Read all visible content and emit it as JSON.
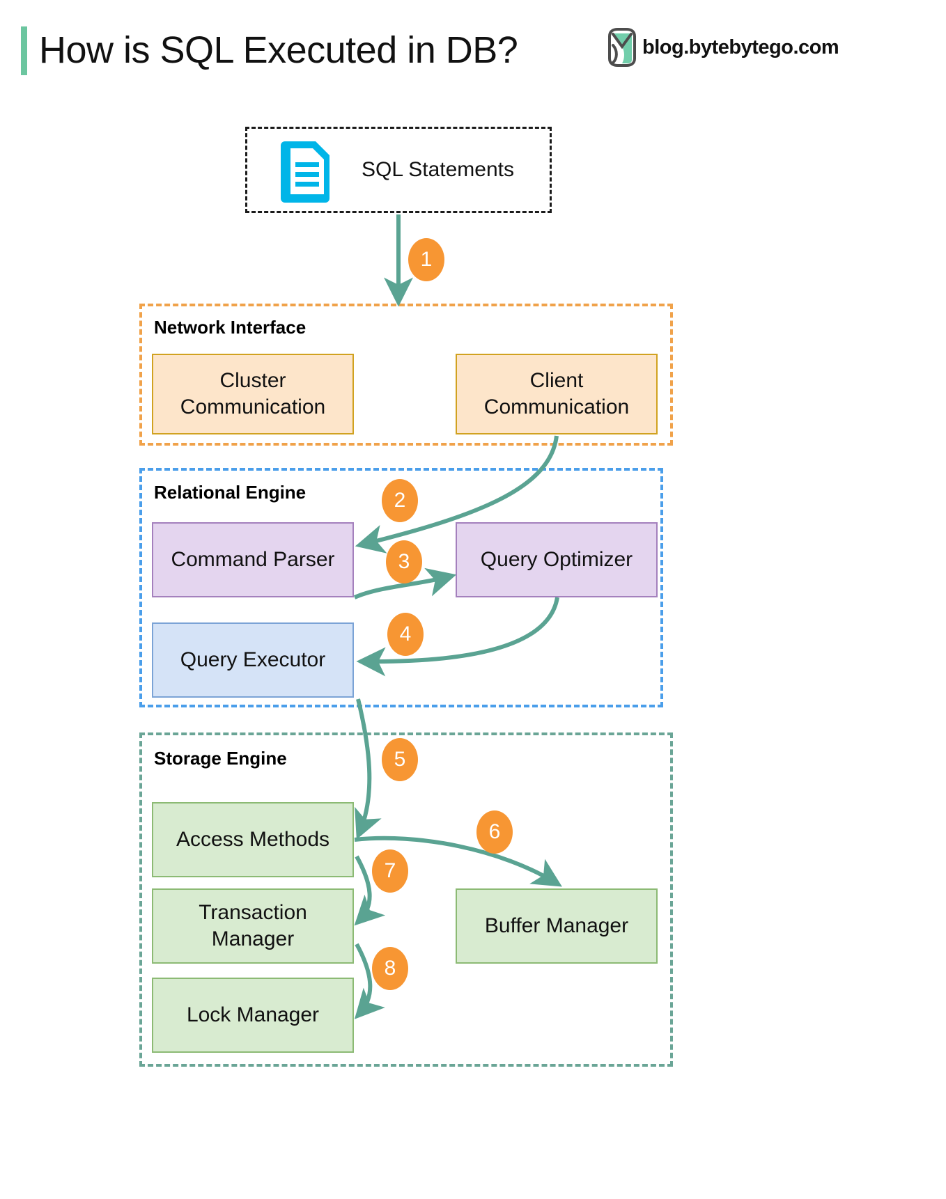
{
  "header": {
    "title": "How is SQL Executed in DB?",
    "brand_text": "blog.bytebytego.com",
    "accent_bar_color": "#6cc6a0",
    "logo_icon": "bytebytego-logo-icon"
  },
  "source": {
    "label": "SQL Statements",
    "icon": "document-icon",
    "icon_color": "#00b5e8"
  },
  "sections": [
    {
      "id": "network",
      "title": "Network Interface",
      "border_color": "#f0a24a",
      "nodes": [
        {
          "id": "cluster-communication",
          "label": "Cluster\nCommunication"
        },
        {
          "id": "client-communication",
          "label": "Client\nCommunication"
        }
      ]
    },
    {
      "id": "relational",
      "title": "Relational Engine",
      "border_color": "#4a9eea",
      "nodes": [
        {
          "id": "command-parser",
          "label": "Command Parser"
        },
        {
          "id": "query-optimizer",
          "label": "Query Optimizer"
        },
        {
          "id": "query-executor",
          "label": "Query Executor"
        }
      ]
    },
    {
      "id": "storage",
      "title": "Storage Engine",
      "border_color": "#6aa596",
      "nodes": [
        {
          "id": "access-methods",
          "label": "Access Methods"
        },
        {
          "id": "transaction-manager",
          "label": "Transaction\nManager"
        },
        {
          "id": "lock-manager",
          "label": "Lock Manager"
        },
        {
          "id": "buffer-manager",
          "label": "Buffer Manager"
        }
      ]
    }
  ],
  "steps": [
    {
      "n": "1",
      "from": "sql-statements",
      "to": "network-interface"
    },
    {
      "n": "2",
      "from": "client-communication",
      "to": "command-parser"
    },
    {
      "n": "3",
      "from": "command-parser",
      "to": "query-optimizer"
    },
    {
      "n": "4",
      "from": "query-optimizer",
      "to": "query-executor"
    },
    {
      "n": "5",
      "from": "query-executor",
      "to": "access-methods"
    },
    {
      "n": "6",
      "from": "access-methods",
      "to": "buffer-manager"
    },
    {
      "n": "7",
      "from": "access-methods",
      "to": "transaction-manager"
    },
    {
      "n": "8",
      "from": "transaction-manager",
      "to": "lock-manager"
    }
  ],
  "colors": {
    "arrow": "#5aa392",
    "badge": "#f79633",
    "node_orange_fill": "#fde5ca",
    "node_orange_border": "#d1a220",
    "node_purple_fill": "#e4d5ef",
    "node_purple_border": "#a480bd",
    "node_blue_fill": "#d5e3f7",
    "node_blue_border": "#7ba3d6",
    "node_green_fill": "#d8ebd0",
    "node_green_border": "#8cba74"
  }
}
